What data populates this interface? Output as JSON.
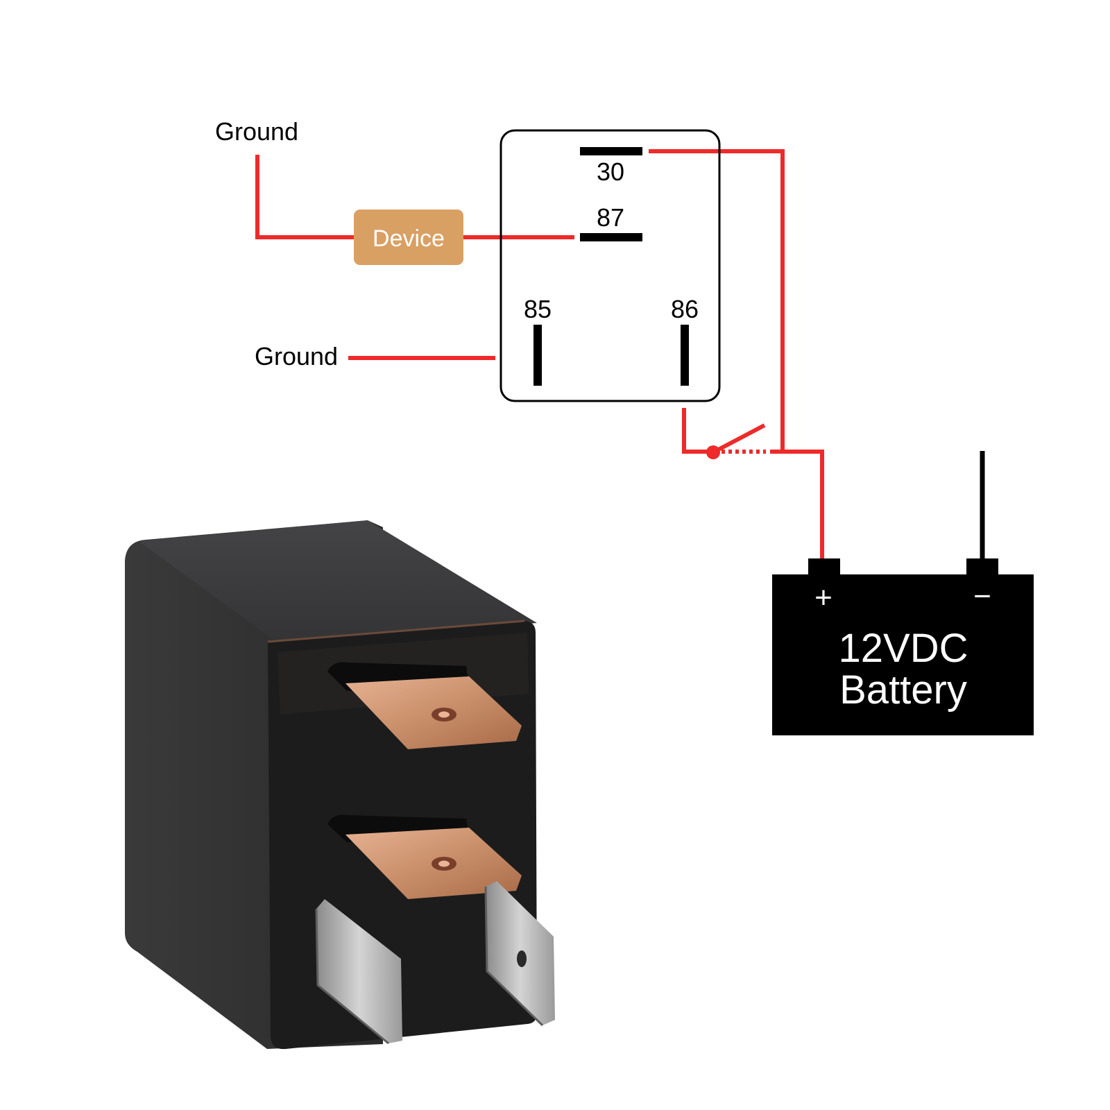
{
  "relay": {
    "pins": {
      "p30": "30",
      "p87": "87",
      "p85": "85",
      "p86": "86"
    }
  },
  "device": {
    "label": "Device"
  },
  "ground_top": "Ground",
  "ground_mid": "Ground",
  "battery": {
    "line1": "12VDC",
    "line2": "Battery",
    "plus": "+",
    "minus": "−"
  },
  "colors": {
    "wire": "#ee2a2a",
    "device_fill": "#d9a064",
    "relay_body": "#2e2e2f",
    "terminal_copper": "#c98f6a",
    "terminal_silver": "#b8b8b8"
  }
}
